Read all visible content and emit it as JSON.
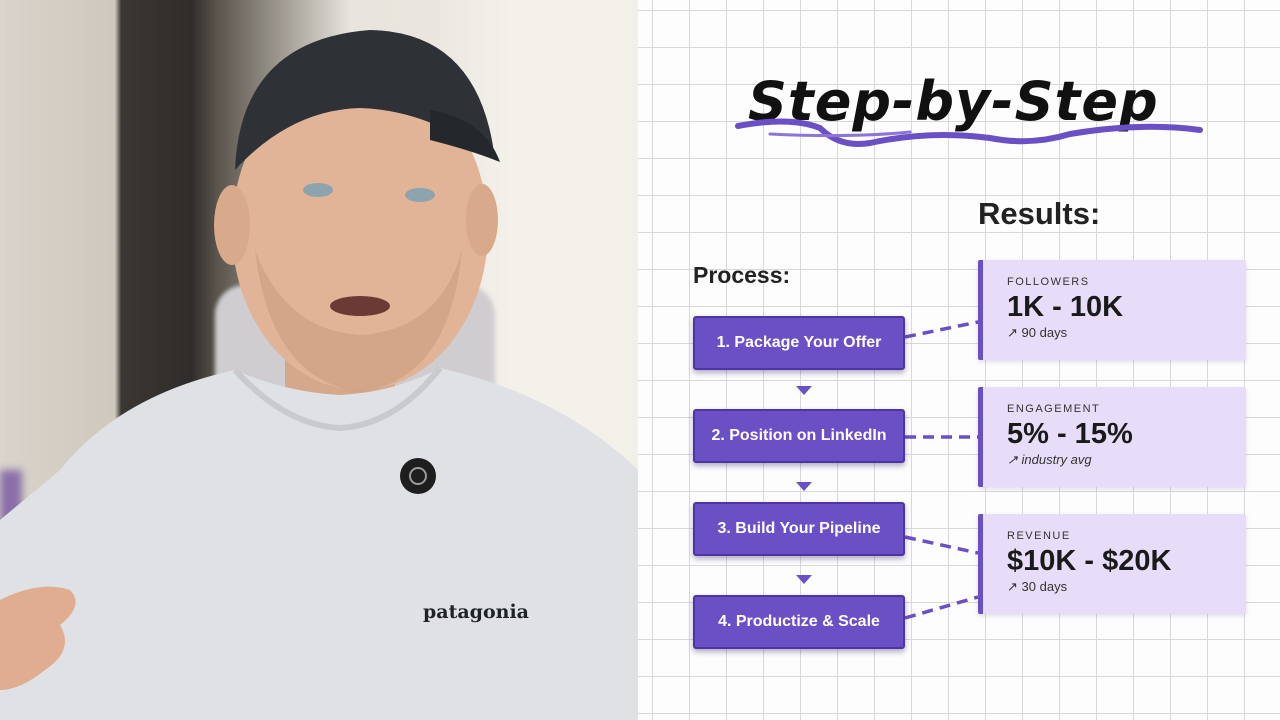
{
  "slide": {
    "title": "Step-by-Step",
    "results_heading": "Results:",
    "process_heading": "Process:",
    "arrow_glyph": "↗",
    "steps": [
      {
        "label": "1. Package Your Offer"
      },
      {
        "label": "2. Position on LinkedIn"
      },
      {
        "label": "3. Build Your Pipeline"
      },
      {
        "label": "4. Productize & Scale"
      }
    ],
    "results": [
      {
        "label": "FOLLOWERS",
        "value": "1K - 10K",
        "note": "90 days"
      },
      {
        "label": "ENGAGEMENT",
        "value": "5% - 15%",
        "note": "industry avg"
      },
      {
        "label": "REVENUE",
        "value": "$10K - $20K",
        "note": "30 days"
      }
    ]
  },
  "video": {
    "shirt_logo": "patagonia"
  },
  "colors": {
    "accent": "#6b4fc4",
    "accent_dark": "#4d35a3",
    "card_bg": "#e7ddf8",
    "grid": "#d8d8dc"
  }
}
